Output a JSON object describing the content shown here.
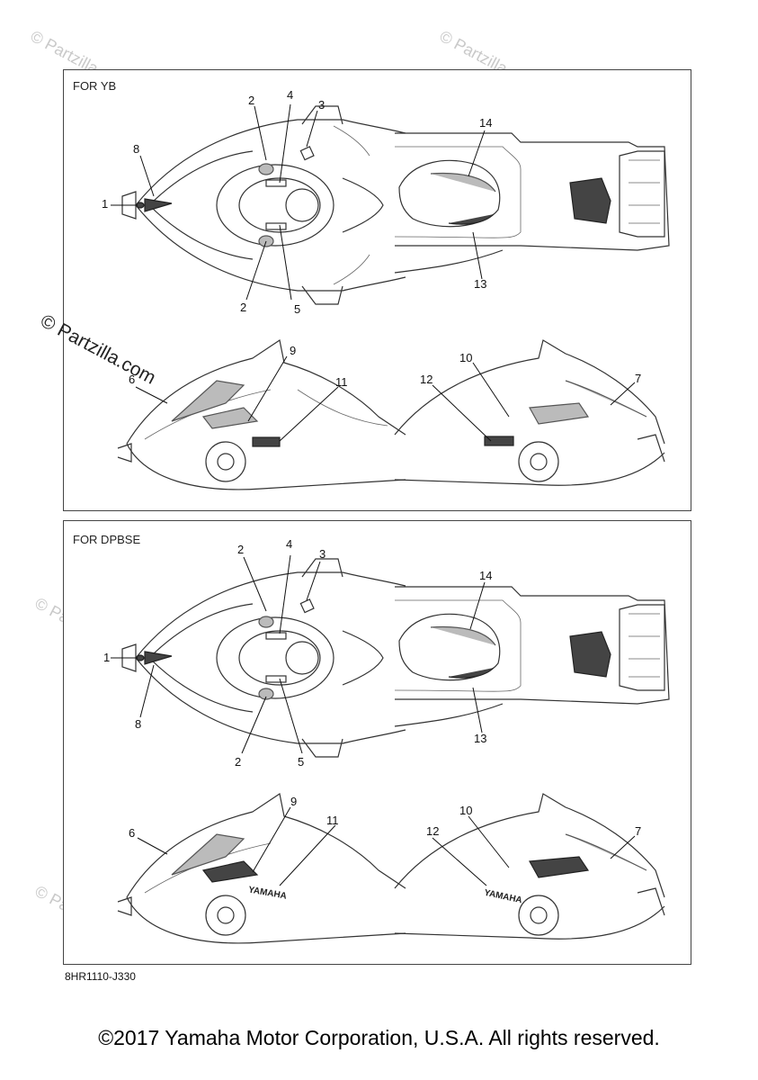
{
  "watermarks": {
    "text": "© Partzilla.com",
    "highlight_text": "© Partzilla.com"
  },
  "panels": [
    {
      "label": "FOR YB",
      "callouts": [
        "1",
        "2",
        "2",
        "3",
        "4",
        "5",
        "6",
        "7",
        "8",
        "9",
        "10",
        "11",
        "12",
        "13",
        "14"
      ]
    },
    {
      "label": "FOR DPBSE",
      "callouts": [
        "1",
        "2",
        "2",
        "3",
        "4",
        "5",
        "6",
        "7",
        "8",
        "9",
        "10",
        "11",
        "12",
        "13",
        "14"
      ]
    }
  ],
  "part_code": "8HR1110-J330",
  "decal_text": "YAMAHA",
  "copyright": "©2017 Yamaha Motor Corporation, U.S.A. All rights reserved."
}
